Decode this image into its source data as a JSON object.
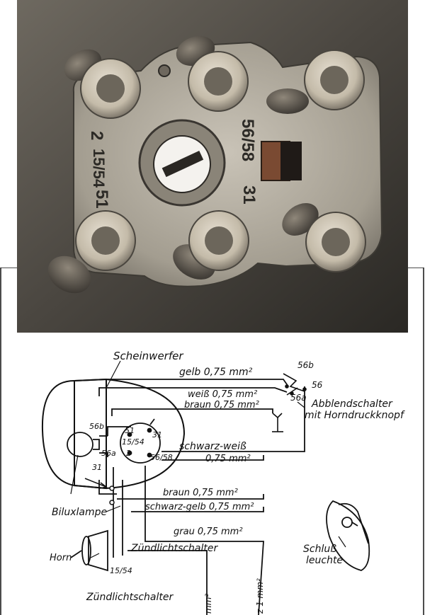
{
  "photo": {
    "stamped_text": [
      "2",
      "15/54",
      "51",
      "56/58",
      "31"
    ]
  },
  "wiring": {
    "headlamp": "Scheinwerfer",
    "wires": {
      "gelb": "gelb 0,75 mm²",
      "weiss": "weiß 0,75 mm²",
      "braun_top": "braun 0,75 mm²",
      "schwarz_weiss": "schwarz-weiß",
      "schwarz_weiss_size": "0,75 mm²",
      "braun_mid": "braun 0,75 mm²",
      "schwarz_gelb": "schwarz-gelb 0,75 mm²",
      "grau": "grau 0,75 mm²",
      "vertical_left": "mm²",
      "vertical_right": "z 1 mm²"
    },
    "dimmer": {
      "line1": "Abblendschalter",
      "line2": "mit Horndruckknopf"
    },
    "dimmer_terminals": [
      "56b",
      "56",
      "56a"
    ],
    "lamp_terminals": [
      "56b",
      "56a",
      "31"
    ],
    "switch_terminals": [
      "51",
      "15/54",
      "2",
      "31",
      "56/58"
    ],
    "bilux": "Biluxlampe",
    "horn": "Horn",
    "horn_terminal": "15/54",
    "ignition_switch": "Zündlichtschalter",
    "ignition_switch_bottom": "Zündlichtschalter",
    "tail_lamp": {
      "line1": "Schluß",
      "line2": "leuchte"
    }
  }
}
